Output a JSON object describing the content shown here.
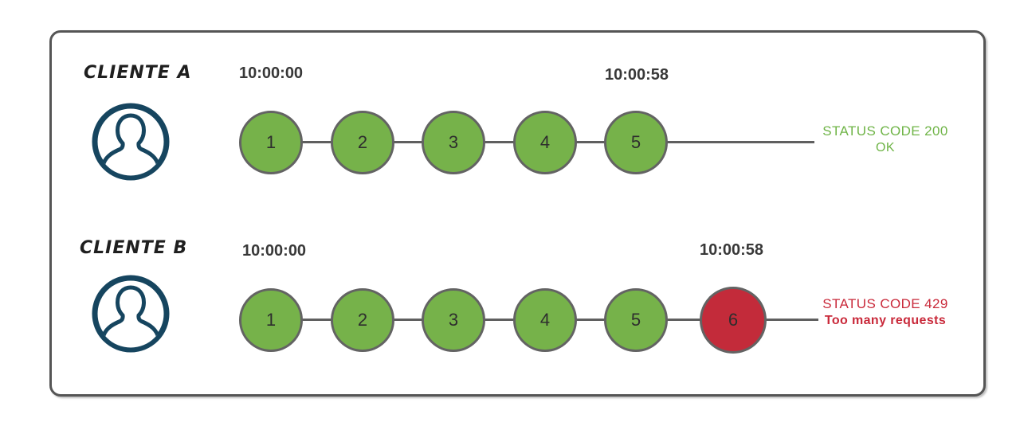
{
  "rows": [
    {
      "label": "CLIENTE A",
      "start_time": "10:00:00",
      "end_time": "10:00:58",
      "requests": [
        {
          "label": "1",
          "status": "ok"
        },
        {
          "label": "2",
          "status": "ok"
        },
        {
          "label": "3",
          "status": "ok"
        },
        {
          "label": "4",
          "status": "ok"
        },
        {
          "label": "5",
          "status": "ok"
        }
      ],
      "status_line1": "STATUS CODE 200",
      "status_line2": "OK",
      "status_type": "success"
    },
    {
      "label": "CLIENTE B",
      "start_time": "10:00:00",
      "end_time": "10:00:58",
      "requests": [
        {
          "label": "1",
          "status": "ok"
        },
        {
          "label": "2",
          "status": "ok"
        },
        {
          "label": "3",
          "status": "ok"
        },
        {
          "label": "4",
          "status": "ok"
        },
        {
          "label": "5",
          "status": "ok"
        },
        {
          "label": "6",
          "status": "error"
        }
      ],
      "status_line1": "STATUS CODE 429",
      "status_line2": "Too many requests",
      "status_type": "error"
    }
  ],
  "colors": {
    "success": "#76b24a",
    "error": "#c32b3a",
    "success_text": "#6fb447",
    "error_text": "#c9293a",
    "avatar": "#16455f",
    "frame_border": "#555555",
    "connector": "#5f5f5f"
  },
  "icons": {
    "avatar": "user-avatar-icon"
  }
}
